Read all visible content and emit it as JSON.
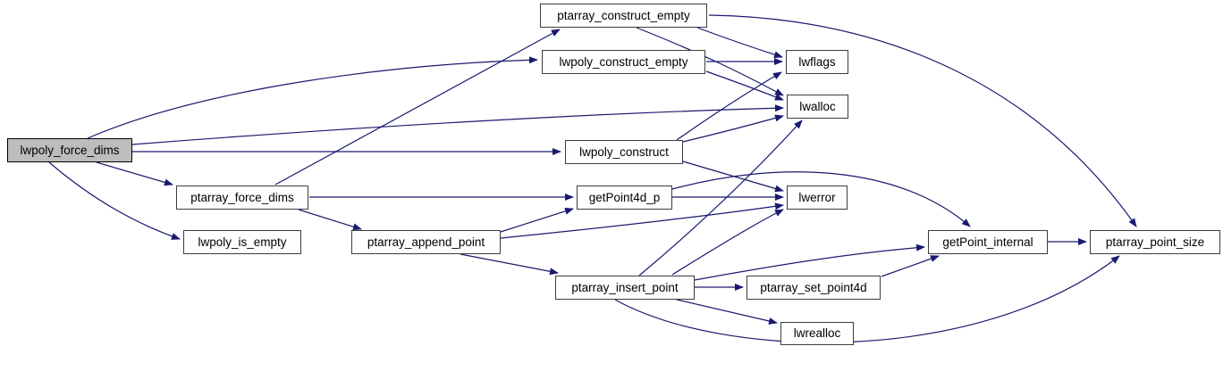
{
  "diagram": {
    "kind": "call-graph",
    "colors": {
      "background": "#ffffff",
      "edge": "#191970",
      "node_fill": "#fefefe",
      "node_border": "#3d3d3d",
      "node_text": "#000000",
      "highlight_fill": "#bdbdbd",
      "highlight_border": "#000000"
    },
    "nodes": [
      {
        "id": "lwpoly_force_dims",
        "label": "lwpoly_force_dims",
        "highlighted": true
      },
      {
        "id": "ptarray_construct_empty",
        "label": "ptarray_construct_empty",
        "highlighted": false
      },
      {
        "id": "lwpoly_construct_empty",
        "label": "lwpoly_construct_empty",
        "highlighted": false
      },
      {
        "id": "lwflags",
        "label": "lwflags",
        "highlighted": false
      },
      {
        "id": "lwalloc",
        "label": "lwalloc",
        "highlighted": false
      },
      {
        "id": "lwpoly_construct",
        "label": "lwpoly_construct",
        "highlighted": false
      },
      {
        "id": "ptarray_force_dims",
        "label": "ptarray_force_dims",
        "highlighted": false
      },
      {
        "id": "getPoint4d_p",
        "label": "getPoint4d_p",
        "highlighted": false
      },
      {
        "id": "lwerror",
        "label": "lwerror",
        "highlighted": false
      },
      {
        "id": "lwpoly_is_empty",
        "label": "lwpoly_is_empty",
        "highlighted": false
      },
      {
        "id": "ptarray_append_point",
        "label": "ptarray_append_point",
        "highlighted": false
      },
      {
        "id": "ptarray_insert_point",
        "label": "ptarray_insert_point",
        "highlighted": false
      },
      {
        "id": "getPoint_internal",
        "label": "getPoint_internal",
        "highlighted": false
      },
      {
        "id": "ptarray_point_size",
        "label": "ptarray_point_size",
        "highlighted": false
      },
      {
        "id": "ptarray_set_point4d",
        "label": "ptarray_set_point4d",
        "highlighted": false
      },
      {
        "id": "lwrealloc",
        "label": "lwrealloc",
        "highlighted": false
      }
    ],
    "edges": [
      {
        "from": "lwpoly_force_dims",
        "to": "lwpoly_construct_empty"
      },
      {
        "from": "lwpoly_force_dims",
        "to": "lwalloc"
      },
      {
        "from": "lwpoly_force_dims",
        "to": "lwpoly_construct"
      },
      {
        "from": "lwpoly_force_dims",
        "to": "ptarray_force_dims"
      },
      {
        "from": "lwpoly_force_dims",
        "to": "lwpoly_is_empty"
      },
      {
        "from": "ptarray_force_dims",
        "to": "ptarray_construct_empty"
      },
      {
        "from": "ptarray_force_dims",
        "to": "getPoint4d_p"
      },
      {
        "from": "ptarray_force_dims",
        "to": "ptarray_append_point"
      },
      {
        "from": "lwpoly_construct_empty",
        "to": "lwflags"
      },
      {
        "from": "lwpoly_construct_empty",
        "to": "lwalloc"
      },
      {
        "from": "ptarray_construct_empty",
        "to": "lwflags"
      },
      {
        "from": "ptarray_construct_empty",
        "to": "lwalloc"
      },
      {
        "from": "ptarray_construct_empty",
        "to": "ptarray_point_size"
      },
      {
        "from": "lwpoly_construct",
        "to": "lwflags"
      },
      {
        "from": "lwpoly_construct",
        "to": "lwalloc"
      },
      {
        "from": "lwpoly_construct",
        "to": "lwerror"
      },
      {
        "from": "getPoint4d_p",
        "to": "lwerror"
      },
      {
        "from": "getPoint4d_p",
        "to": "getPoint_internal"
      },
      {
        "from": "ptarray_append_point",
        "to": "getPoint4d_p"
      },
      {
        "from": "ptarray_append_point",
        "to": "lwerror"
      },
      {
        "from": "ptarray_append_point",
        "to": "ptarray_insert_point"
      },
      {
        "from": "ptarray_insert_point",
        "to": "lwalloc"
      },
      {
        "from": "ptarray_insert_point",
        "to": "lwerror"
      },
      {
        "from": "ptarray_insert_point",
        "to": "getPoint_internal"
      },
      {
        "from": "ptarray_insert_point",
        "to": "ptarray_set_point4d"
      },
      {
        "from": "ptarray_insert_point",
        "to": "lwrealloc"
      },
      {
        "from": "ptarray_insert_point",
        "to": "ptarray_point_size"
      },
      {
        "from": "ptarray_set_point4d",
        "to": "getPoint_internal"
      },
      {
        "from": "getPoint_internal",
        "to": "ptarray_point_size"
      }
    ]
  }
}
